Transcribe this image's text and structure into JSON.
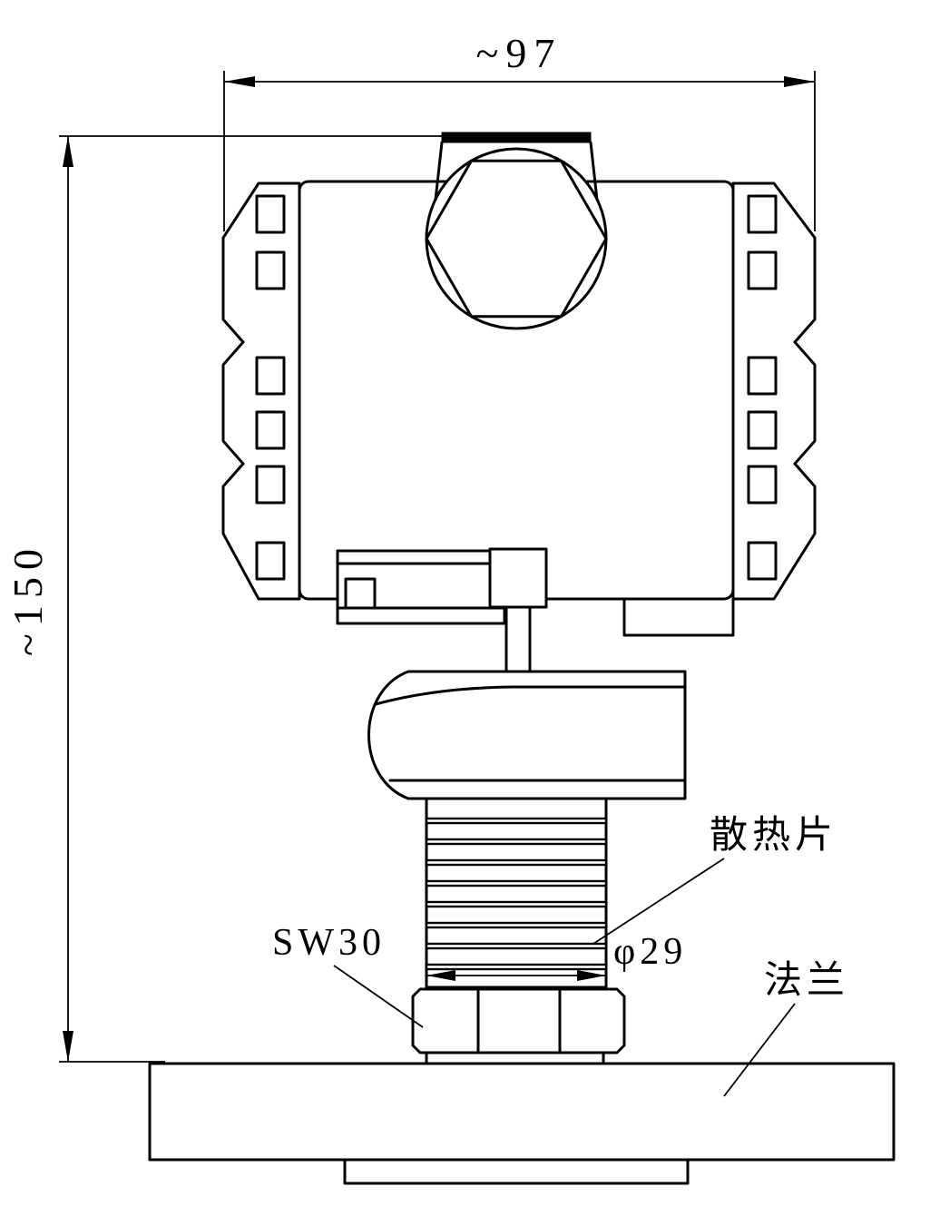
{
  "meta": {
    "background_color": "#ffffff",
    "line_color": "#000000"
  },
  "dimensions": {
    "overall_width": "~97",
    "overall_height": "~150",
    "fin_diameter": "φ29"
  },
  "labels": {
    "heat_sink_fins": "散热片",
    "wrench_size": "SW30",
    "flange": "法兰"
  }
}
